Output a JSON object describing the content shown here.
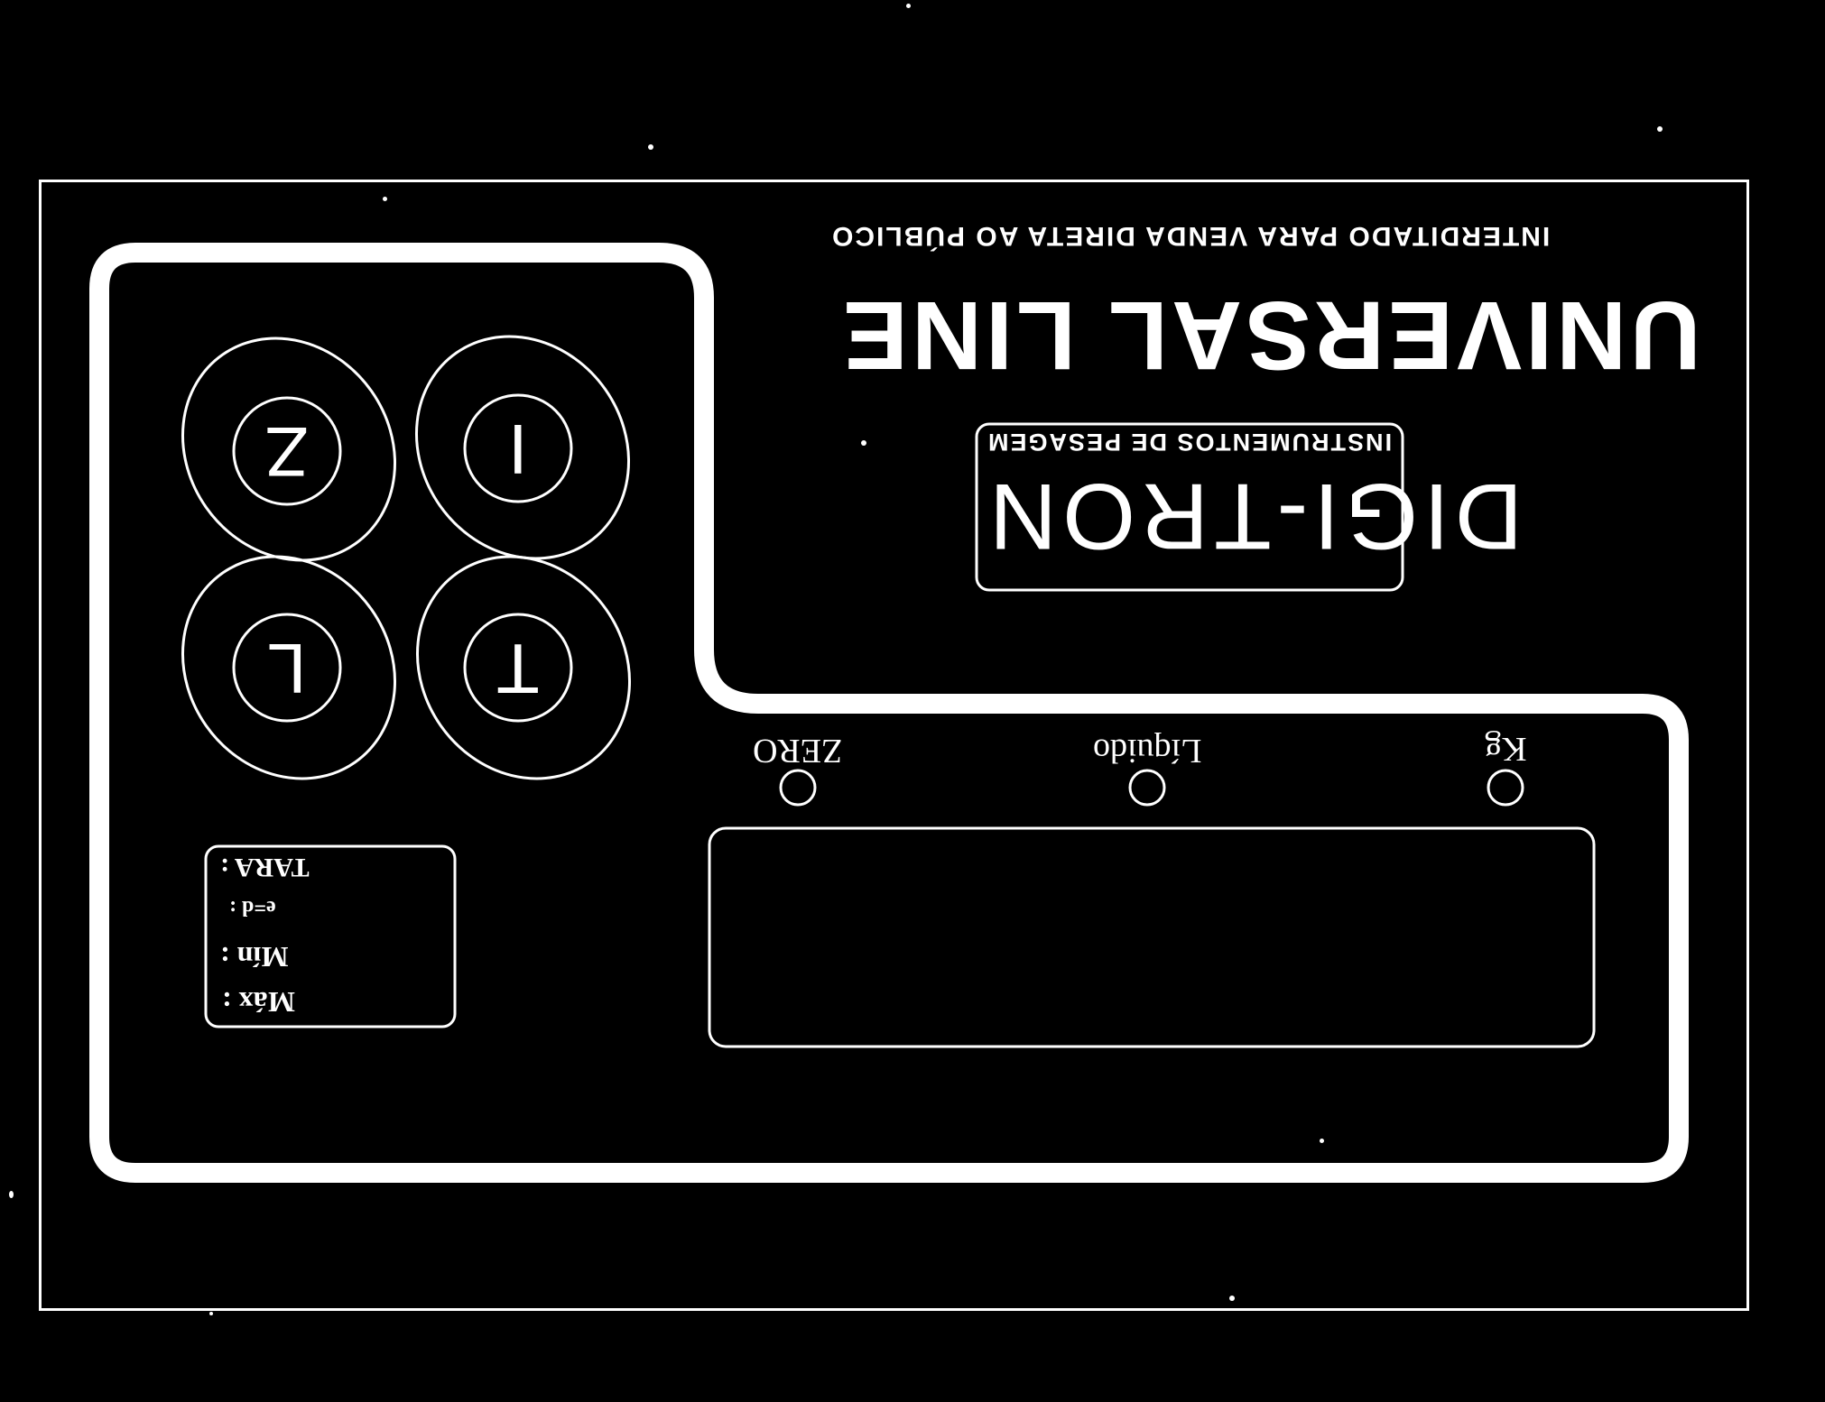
{
  "notice_text": "INTERDITADO PARA VENDA DIRETA AO PÚBLICO",
  "model_name": "UNIVERSAL LINE",
  "brand": {
    "tagline": "INSTRUMENTOS DE PESAGEM",
    "name": "DIGI-TRON"
  },
  "keys": [
    {
      "label": "Z"
    },
    {
      "label": "I"
    },
    {
      "label": "L"
    },
    {
      "label": "T"
    }
  ],
  "indicators": [
    {
      "label": "ZERO"
    },
    {
      "label": "Líquido"
    },
    {
      "label": "Kg"
    }
  ],
  "spec_box": {
    "tara": "TARA :",
    "e_d": "e=d :",
    "min": "Mín :",
    "max": "Máx :"
  },
  "colors": {
    "background": "#000000",
    "foreground": "#ffffff"
  }
}
